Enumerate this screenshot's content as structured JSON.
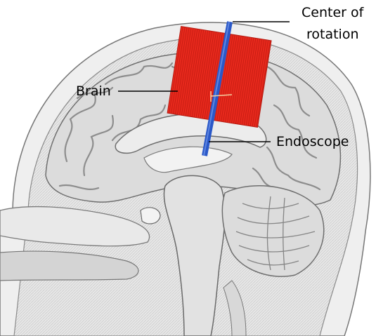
{
  "labels": {
    "center_line1": "Center of",
    "center_line2": "rotation",
    "brain": "Brain",
    "endoscope": "Endoscope"
  },
  "colors": {
    "brain_region": "#e8291d",
    "endoscope": "#2a58c8",
    "tissue": "#e6e6e6",
    "outline": "#7c7c7c",
    "leader": "#000000"
  },
  "icons": [
    "sagittal-head-illustration"
  ]
}
